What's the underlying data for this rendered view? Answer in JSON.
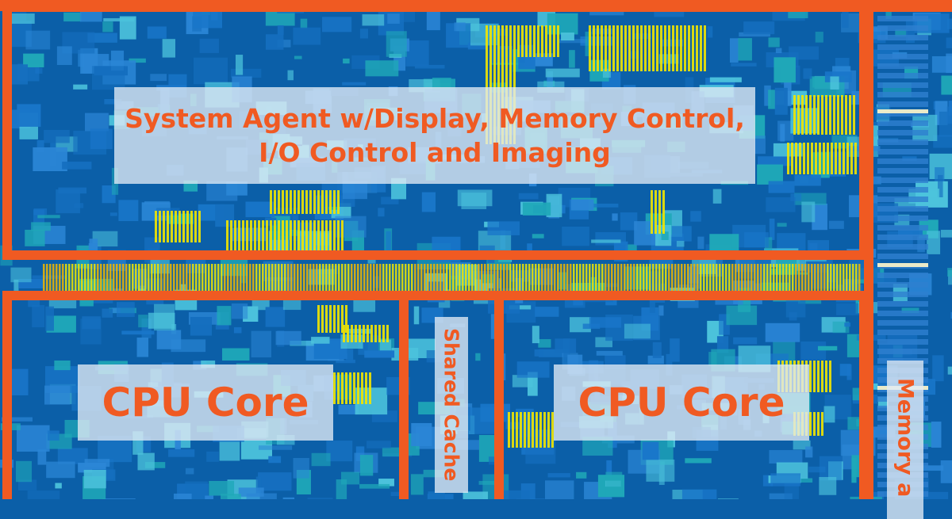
{
  "die_image": {
    "colors": {
      "substrate": "#0b5fa8",
      "logic_blue": "#1976c9",
      "logic_teal": "#1fa8b8",
      "logic_cyan": "#4cc3dc",
      "cache_yellow": "#f2e600",
      "cache_orange": "#f2b700",
      "border_orange": "#f05a22",
      "label_bg": "rgba(225,235,245,0.78)"
    }
  },
  "regions": {
    "system_agent": {
      "line1": "System Agent w/Display, Memory Control,",
      "line2": "I/O Control and Imaging"
    },
    "cpu_core_left": {
      "label": "CPU Core"
    },
    "shared_cache": {
      "label": "Shared Cache"
    },
    "cpu_core_right": {
      "label": "CPU Core"
    },
    "memory_right": {
      "label": "Memory a"
    }
  }
}
